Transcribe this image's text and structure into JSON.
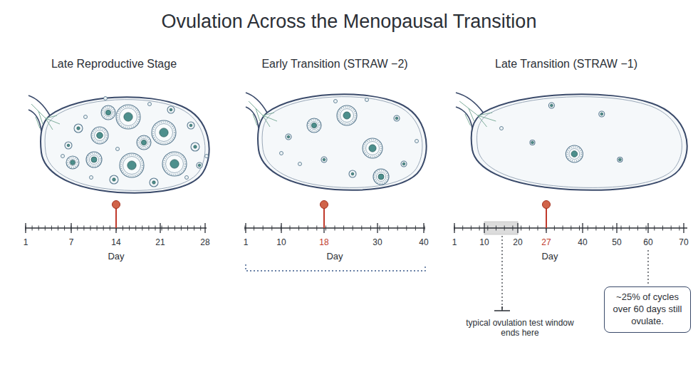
{
  "diagram": {
    "title": "Ovulation Across the Menopausal Transition",
    "nodes": [
      {
        "text": [
          "~25% of cycles over 60 days still ovulate."
        ]
      }
    ],
    "labels": [
      "Late Reproductive Stage",
      "Early Transition (STRAW −2)",
      "Late Transition (STRAW −1)",
      "1",
      "7",
      "14",
      "21",
      "28",
      "Day",
      "1",
      "10",
      "18",
      "30",
      "40",
      "Day",
      "1",
      "10",
      "20",
      "27",
      "40",
      "50",
      "60",
      "70",
      "Day",
      "typical ovulation test window ends here"
    ]
  }
}
